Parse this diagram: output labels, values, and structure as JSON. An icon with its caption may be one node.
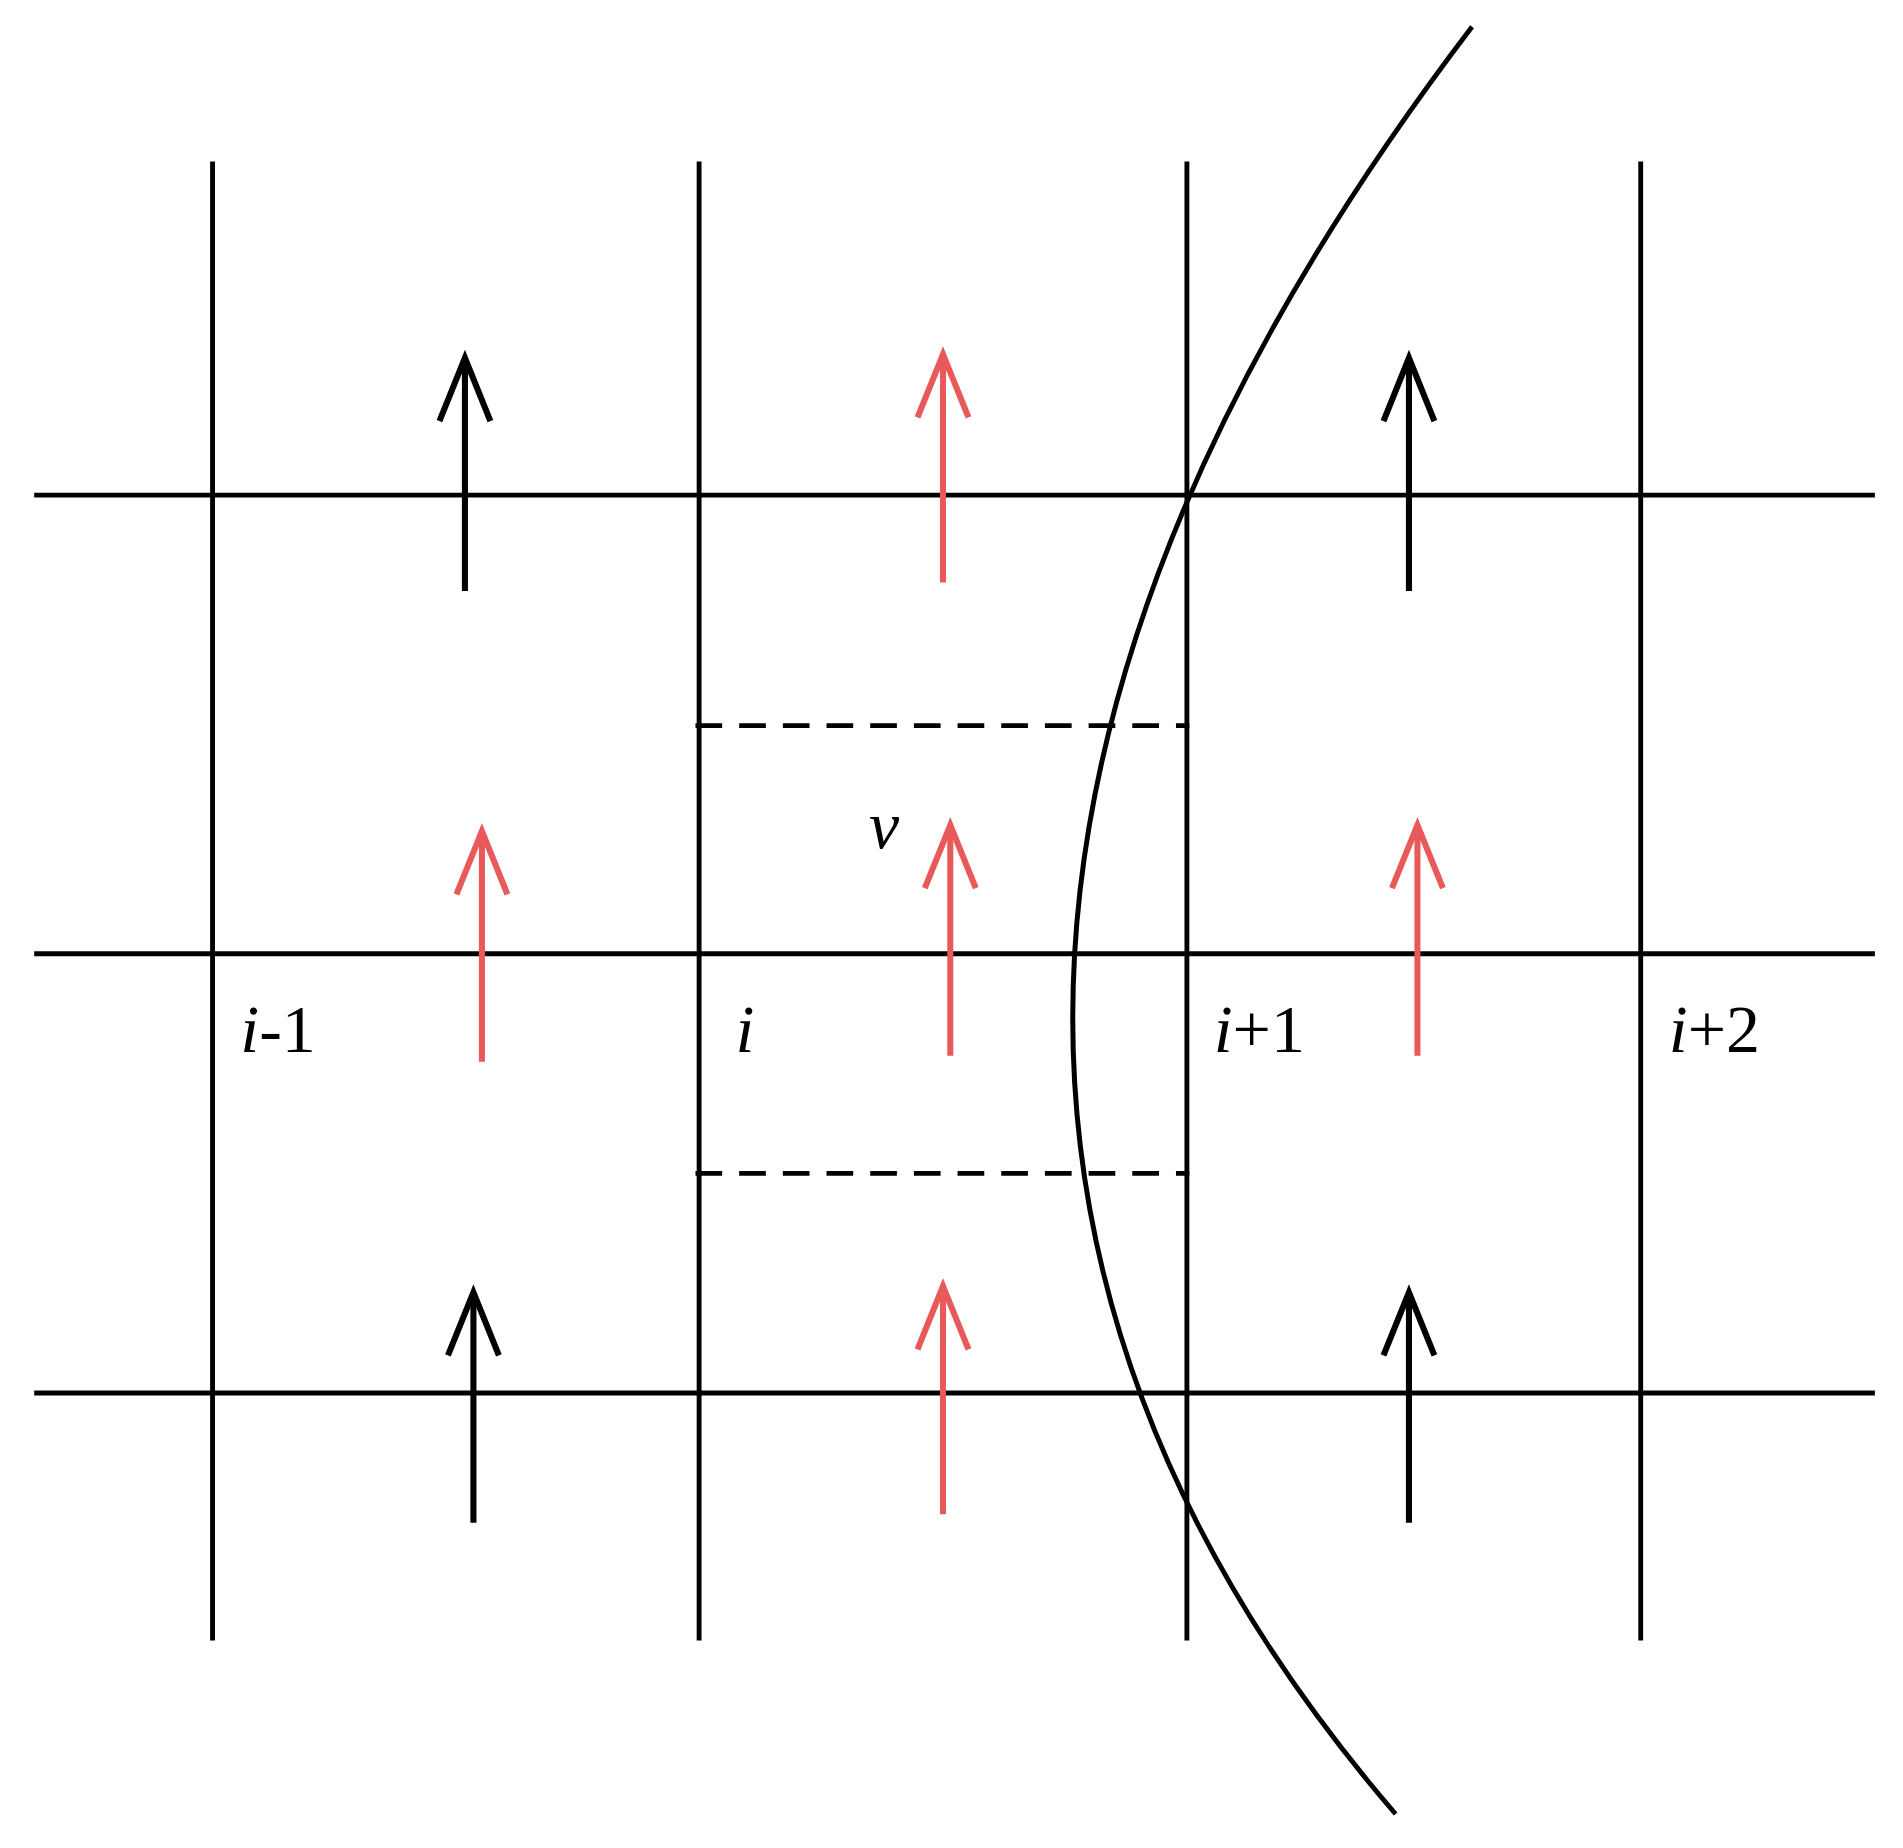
{
  "diagram": {
    "labels": [
      "v",
      "*i*-1",
      "i",
      "*i*+1",
      "*i*+2"
    ]
  }
}
